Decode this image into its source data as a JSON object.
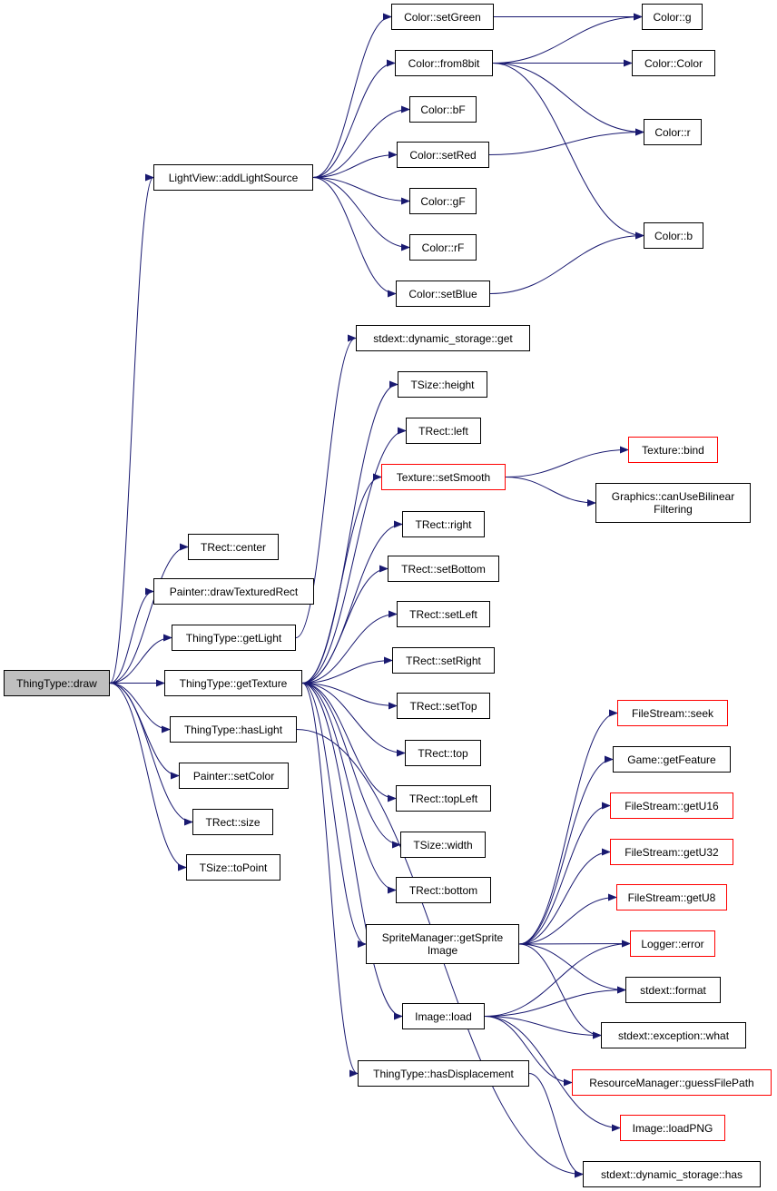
{
  "graph": {
    "root": "ThingType::draw",
    "nodes": [
      {
        "id": "root",
        "label": "ThingType::draw",
        "type": "root"
      },
      {
        "id": "addLightSource",
        "label": "LightView::addLightSource"
      },
      {
        "id": "setGreen",
        "label": "Color::setGreen"
      },
      {
        "id": "from8bit",
        "label": "Color::from8bit"
      },
      {
        "id": "bF",
        "label": "Color::bF"
      },
      {
        "id": "setRed",
        "label": "Color::setRed"
      },
      {
        "id": "gF",
        "label": "Color::gF"
      },
      {
        "id": "rF",
        "label": "Color::rF"
      },
      {
        "id": "setBlue",
        "label": "Color::setBlue"
      },
      {
        "id": "g",
        "label": "Color::g"
      },
      {
        "id": "Color",
        "label": "Color::Color"
      },
      {
        "id": "r",
        "label": "Color::r"
      },
      {
        "id": "b",
        "label": "Color::b"
      },
      {
        "id": "center",
        "label": "TRect::center"
      },
      {
        "id": "drawTexturedRect",
        "label": "Painter::drawTexturedRect"
      },
      {
        "id": "getLight",
        "label": "ThingType::getLight"
      },
      {
        "id": "getTexture",
        "label": "ThingType::getTexture"
      },
      {
        "id": "hasLight",
        "label": "ThingType::hasLight"
      },
      {
        "id": "setColor",
        "label": "Painter::setColor"
      },
      {
        "id": "size",
        "label": "TRect::size"
      },
      {
        "id": "toPoint",
        "label": "TSize::toPoint"
      },
      {
        "id": "dsGet",
        "label": "stdext::dynamic_storage::get"
      },
      {
        "id": "height",
        "label": "TSize::height"
      },
      {
        "id": "left",
        "label": "TRect::left"
      },
      {
        "id": "setSmooth",
        "label": "Texture::setSmooth",
        "type": "external"
      },
      {
        "id": "right",
        "label": "TRect::right"
      },
      {
        "id": "setBottom",
        "label": "TRect::setBottom"
      },
      {
        "id": "setLeft",
        "label": "TRect::setLeft"
      },
      {
        "id": "setRight",
        "label": "TRect::setRight"
      },
      {
        "id": "setTop",
        "label": "TRect::setTop"
      },
      {
        "id": "top",
        "label": "TRect::top"
      },
      {
        "id": "topLeft",
        "label": "TRect::topLeft"
      },
      {
        "id": "width",
        "label": "TSize::width"
      },
      {
        "id": "bottom",
        "label": "TRect::bottom"
      },
      {
        "id": "getSpriteImage",
        "label": "SpriteManager::getSprite\nImage"
      },
      {
        "id": "imageLoad",
        "label": "Image::load"
      },
      {
        "id": "hasDisplacement",
        "label": "ThingType::hasDisplacement"
      },
      {
        "id": "bind",
        "label": "Texture::bind",
        "type": "external"
      },
      {
        "id": "canUseBilinear",
        "label": "Graphics::canUseBilinear\nFiltering"
      },
      {
        "id": "seek",
        "label": "FileStream::seek",
        "type": "external"
      },
      {
        "id": "getFeature",
        "label": "Game::getFeature"
      },
      {
        "id": "getU16",
        "label": "FileStream::getU16",
        "type": "external"
      },
      {
        "id": "getU32",
        "label": "FileStream::getU32",
        "type": "external"
      },
      {
        "id": "getU8",
        "label": "FileStream::getU8",
        "type": "external"
      },
      {
        "id": "error",
        "label": "Logger::error",
        "type": "external"
      },
      {
        "id": "format",
        "label": "stdext::format"
      },
      {
        "id": "what",
        "label": "stdext::exception::what"
      },
      {
        "id": "guessFilePath",
        "label": "ResourceManager::guessFilePath",
        "type": "external"
      },
      {
        "id": "loadPNG",
        "label": "Image::loadPNG",
        "type": "external"
      },
      {
        "id": "dsHas",
        "label": "stdext::dynamic_storage::has"
      }
    ],
    "edges": [
      [
        "root",
        "addLightSource"
      ],
      [
        "root",
        "center"
      ],
      [
        "root",
        "drawTexturedRect"
      ],
      [
        "root",
        "getLight"
      ],
      [
        "root",
        "getTexture"
      ],
      [
        "root",
        "hasLight"
      ],
      [
        "root",
        "setColor"
      ],
      [
        "root",
        "size"
      ],
      [
        "root",
        "toPoint"
      ],
      [
        "addLightSource",
        "setGreen"
      ],
      [
        "addLightSource",
        "from8bit"
      ],
      [
        "addLightSource",
        "bF"
      ],
      [
        "addLightSource",
        "setRed"
      ],
      [
        "addLightSource",
        "gF"
      ],
      [
        "addLightSource",
        "rF"
      ],
      [
        "addLightSource",
        "setBlue"
      ],
      [
        "setGreen",
        "g"
      ],
      [
        "from8bit",
        "g"
      ],
      [
        "from8bit",
        "Color"
      ],
      [
        "from8bit",
        "r"
      ],
      [
        "from8bit",
        "b"
      ],
      [
        "setRed",
        "r"
      ],
      [
        "setBlue",
        "b"
      ],
      [
        "getLight",
        "dsGet"
      ],
      [
        "getTexture",
        "height"
      ],
      [
        "getTexture",
        "left"
      ],
      [
        "getTexture",
        "setSmooth"
      ],
      [
        "getTexture",
        "right"
      ],
      [
        "getTexture",
        "setBottom"
      ],
      [
        "getTexture",
        "setLeft"
      ],
      [
        "getTexture",
        "setRight"
      ],
      [
        "getTexture",
        "setTop"
      ],
      [
        "getTexture",
        "top"
      ],
      [
        "getTexture",
        "topLeft"
      ],
      [
        "getTexture",
        "width"
      ],
      [
        "getTexture",
        "bottom"
      ],
      [
        "getTexture",
        "getSpriteImage"
      ],
      [
        "getTexture",
        "imageLoad"
      ],
      [
        "getTexture",
        "hasDisplacement"
      ],
      [
        "hasLight",
        "dsHas"
      ],
      [
        "setSmooth",
        "bind"
      ],
      [
        "setSmooth",
        "canUseBilinear"
      ],
      [
        "getSpriteImage",
        "seek"
      ],
      [
        "getSpriteImage",
        "getFeature"
      ],
      [
        "getSpriteImage",
        "getU16"
      ],
      [
        "getSpriteImage",
        "getU32"
      ],
      [
        "getSpriteImage",
        "getU8"
      ],
      [
        "getSpriteImage",
        "error"
      ],
      [
        "getSpriteImage",
        "format"
      ],
      [
        "getSpriteImage",
        "what"
      ],
      [
        "imageLoad",
        "error"
      ],
      [
        "imageLoad",
        "format"
      ],
      [
        "imageLoad",
        "what"
      ],
      [
        "imageLoad",
        "guessFilePath"
      ],
      [
        "imageLoad",
        "loadPNG"
      ],
      [
        "hasDisplacement",
        "dsHas"
      ]
    ],
    "colors": {
      "edge": "#191970",
      "border": "#000000",
      "external_border": "#ff0000",
      "root_fill": "#bfbfbf"
    }
  }
}
